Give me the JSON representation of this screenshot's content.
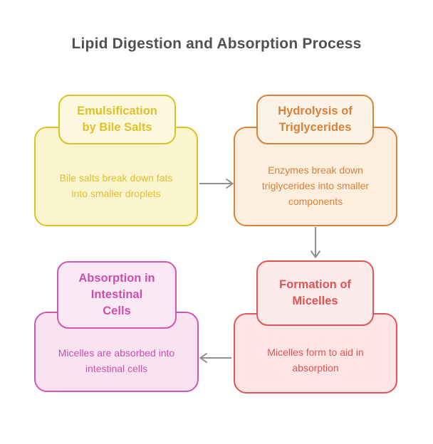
{
  "title": {
    "text": "Lipid Digestion and Absorption Process",
    "color": "#515151"
  },
  "background": "#ffffff",
  "arrow_color": "#8f8f8f",
  "nodes": [
    {
      "id": "emulsification-by-bile-salts",
      "label": [
        "Emulsification",
        "by Bile Salts"
      ],
      "description": [
        "Bile salts break down fats",
        "into smaller droplets"
      ],
      "colors": {
        "border": "#d9c222",
        "header_fill": "#fbf8dd",
        "body_fill": "#faf5cf",
        "text": "#dfc12a"
      }
    },
    {
      "id": "hydrolysis-of-triglycerides",
      "label": [
        "Hydrolysis of",
        "Triglycerides"
      ],
      "description": [
        "Enzymes break down",
        "triglycerides into smaller",
        "components"
      ],
      "colors": {
        "border": "#d8823a",
        "header_fill": "#fdf3e7",
        "body_fill": "#fdeedd",
        "text": "#d8813a"
      }
    },
    {
      "id": "formation-of-micelles",
      "label": [
        "Formation of",
        "Micelles"
      ],
      "description": [
        "Micelles form to aid in",
        "absorption"
      ],
      "colors": {
        "border": "#e15757",
        "header_fill": "#fdebeb",
        "body_fill": "#fce5e4",
        "text": "#e15353"
      }
    },
    {
      "id": "absorption-in-intestinal-cells",
      "label": [
        "Absorption in",
        "Intestinal",
        "Cells"
      ],
      "description": [
        "Micelles are absorbed into",
        "intestinal cells"
      ],
      "colors": {
        "border": "#d156b1",
        "header_fill": "#fbe8f5",
        "body_fill": "#fae3f1",
        "text": "#cc4fad"
      }
    }
  ],
  "edges": [
    {
      "from": "emulsification-by-bile-salts",
      "to": "hydrolysis-of-triglycerides",
      "direction": "right"
    },
    {
      "from": "hydrolysis-of-triglycerides",
      "to": "formation-of-micelles",
      "direction": "down"
    },
    {
      "from": "formation-of-micelles",
      "to": "absorption-in-intestinal-cells",
      "direction": "left"
    }
  ]
}
